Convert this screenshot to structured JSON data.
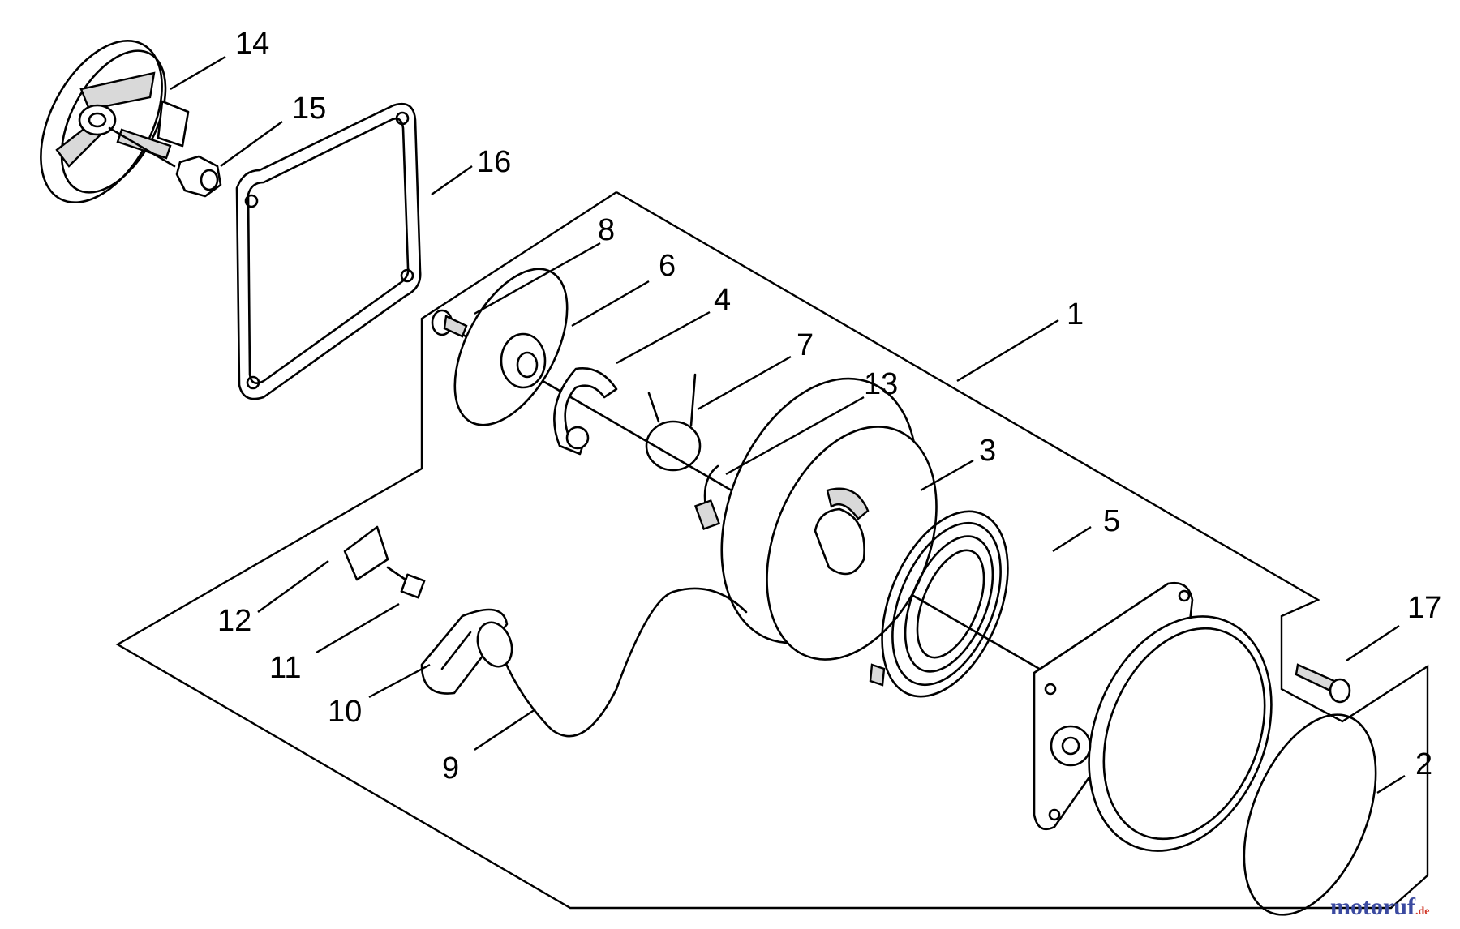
{
  "diagram": {
    "callouts": {
      "c1": "1",
      "c2": "2",
      "c3": "3",
      "c4": "4",
      "c5": "5",
      "c6": "6",
      "c7": "7",
      "c8": "8",
      "c9": "9",
      "c10": "10",
      "c11": "11",
      "c12": "12",
      "c13": "13",
      "c14": "14",
      "c15": "15",
      "c16": "16",
      "c17": "17"
    },
    "colors": {
      "line": "#000000",
      "watermark_main": "#3b4aa0",
      "watermark_accent": "#d13a2a"
    }
  },
  "watermark": {
    "main": "motoruf",
    "suffix": ".de"
  }
}
